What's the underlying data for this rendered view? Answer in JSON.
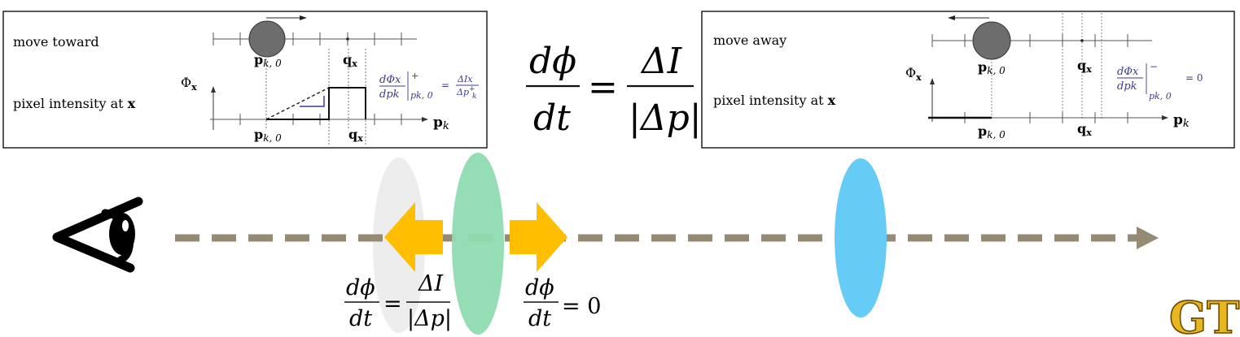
{
  "left_panel": {
    "row1_label": "move toward",
    "row2_label": "pixel intensity at",
    "row2_bold": "x",
    "phi_symbol": "Φ",
    "phi_sub": "x",
    "p_k0_main": "p",
    "p_k0_sub": "k, 0",
    "q_main": "q",
    "q_sub": "x",
    "pk_main": "p",
    "pk_sub": "k",
    "deriv_num": "dΦx",
    "deriv_den": "dpk",
    "deriv_sup": "+",
    "deriv_eval": "pk, 0",
    "deriv_eq": "=",
    "deriv_rhs_num": "ΔIx",
    "deriv_rhs_den": "Δp",
    "deriv_rhs_sup": "+",
    "deriv_rhs_sub": "k"
  },
  "right_panel": {
    "row1_label": "move away",
    "row2_label": "pixel intensity at",
    "row2_bold": "x",
    "phi_symbol": "Φ",
    "phi_sub": "x",
    "p_k0_main": "p",
    "p_k0_sub": "k, 0",
    "q_main": "q",
    "q_sub": "x",
    "pk_main": "p",
    "pk_sub": "k",
    "deriv_num": "dΦx",
    "deriv_den": "dpk",
    "deriv_sup": "−",
    "deriv_eval": "pk, 0",
    "deriv_rhs": "= 0"
  },
  "center_equation": {
    "num": "dϕ",
    "den": "dt",
    "eq": "=",
    "rhs_num": "ΔI",
    "rhs_den": "|Δp|"
  },
  "bottom_left_equation": {
    "num": "dϕ",
    "den": "dt",
    "eq": "=",
    "rhs_num": "ΔI",
    "rhs_den": "|Δp|"
  },
  "bottom_mid_equation": {
    "num": "dϕ",
    "den": "dt",
    "rhs": "= 0"
  },
  "logo_text": "GT",
  "colors": {
    "ray": "#958a74",
    "arrow": "#ffbf00",
    "ellipse_gray": "#ededed",
    "ellipse_green": "#8fdcb1",
    "ellipse_blue": "#66ccf5",
    "circle": "#6d6d6d",
    "deriv_blue": "#3b3b94",
    "logo": "#e8b61e"
  },
  "icons": {
    "eye": "eye-icon",
    "logo": "gt-logo-icon"
  }
}
